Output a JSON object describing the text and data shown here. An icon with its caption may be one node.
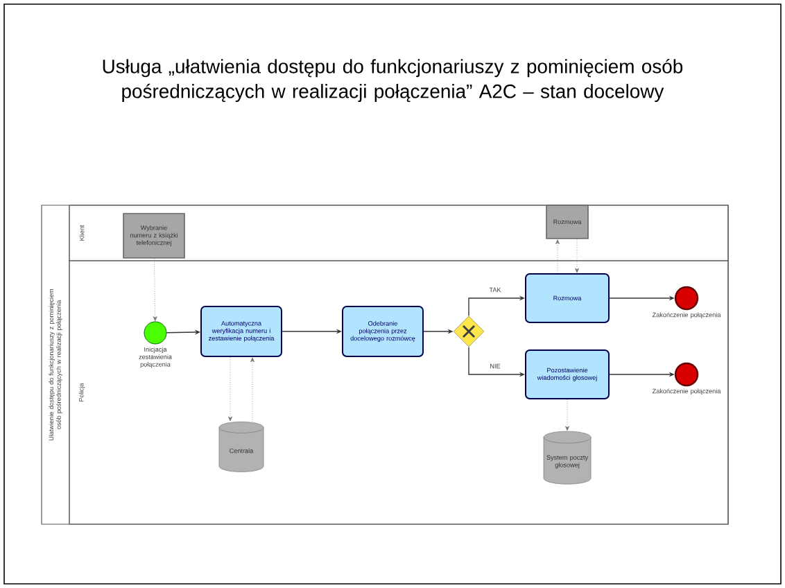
{
  "diagram": {
    "title": "Usługa „ułatwienia dostępu do funkcjonariuszy z pominięciem osób pośredniczących w realizacji połączenia” A2C – stan docelowy",
    "nodes": [
      {
        "text": [
          "Ułatwienie dostępu do funkcjonariuszy z pominięciem osób pośredniczących w realizacji połączenia"
        ]
      },
      {
        "text": [
          "Klient"
        ],
        "in": 0
      },
      {
        "text": [
          "Policja"
        ],
        "in": 0
      },
      {
        "text": [
          "Wybranie numeru z książki telefonicznej"
        ],
        "in": 1
      },
      {
        "text": [
          "Rozmowa"
        ],
        "in": 1
      },
      {
        "text": [],
        "shape": "circle",
        "beside": [
          "Inicjacja zestawienia połączenia"
        ],
        "in": 2
      },
      {
        "text": [
          "Automatyczna weryfikacja numeru i zestawienie połączenia"
        ],
        "in": 2
      },
      {
        "text": [
          "Centrala"
        ],
        "in": 2
      },
      {
        "text": [
          "Odebranie połączenia przez docelowego rozmówcę"
        ],
        "in": 2
      },
      {
        "text": [],
        "shape": "diamond",
        "in": 2
      },
      {
        "text": [
          "Rozmowa"
        ],
        "in": 2
      },
      {
        "text": [
          "Pozostawienie wiadomości głosowej"
        ],
        "in": 2
      },
      {
        "text": [],
        "shape": "circle",
        "beside": [
          "Zakończenie połączenia"
        ],
        "in": 2
      },
      {
        "text": [],
        "shape": "circle",
        "beside": [
          "Zakończenie połączenia"
        ],
        "in": 2
      },
      {
        "text": [
          "System poczty głosowej"
        ],
        "in": 2
      }
    ],
    "edges": [
      {
        "from": 3,
        "to": 5,
        "arrow": "to",
        "style": "dashed"
      },
      {
        "from": 5,
        "to": 6,
        "arrow": "to"
      },
      {
        "from": 6,
        "to": 7,
        "arrow": "to",
        "style": "dashed"
      },
      {
        "from": 7,
        "to": 6,
        "arrow": "to",
        "style": "dashed"
      },
      {
        "from": 6,
        "to": 8,
        "arrow": "to"
      },
      {
        "from": 8,
        "to": 9,
        "arrow": "to"
      },
      {
        "from": 9,
        "to": 10,
        "arrow": "to",
        "label": "TAK"
      },
      {
        "from": 9,
        "to": 11,
        "arrow": "to",
        "label": "NIE"
      },
      {
        "from": 10,
        "to": 4,
        "arrow": "to",
        "style": "dashed"
      },
      {
        "from": 4,
        "to": 10,
        "arrow": "to",
        "style": "dashed"
      },
      {
        "from": 10,
        "to": 12,
        "arrow": "to"
      },
      {
        "from": 11,
        "to": 13,
        "arrow": "to"
      },
      {
        "from": 11,
        "to": 14,
        "arrow": "to",
        "style": "dashed"
      }
    ]
  }
}
